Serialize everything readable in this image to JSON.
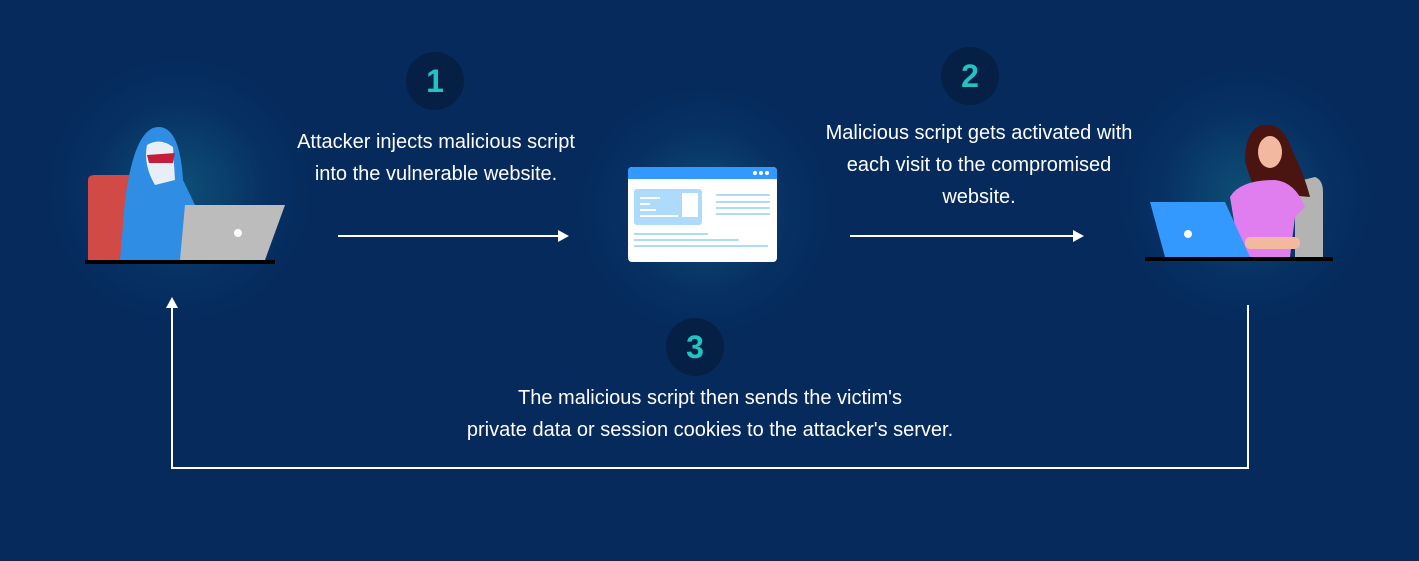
{
  "steps": [
    {
      "number": "1",
      "text": "Attacker injects malicious script into the vulnerable website."
    },
    {
      "number": "2",
      "text": "Malicious script gets activated with each visit to the compromised website."
    },
    {
      "number": "3",
      "line1": "The malicious script then sends the victim's",
      "line2": "private data or session cookies to the attacker's server."
    }
  ],
  "colors": {
    "background": "#062a5c",
    "badge": "#061f45",
    "badge_digit": "#22c3c3",
    "browser_bar": "#3399ff"
  }
}
